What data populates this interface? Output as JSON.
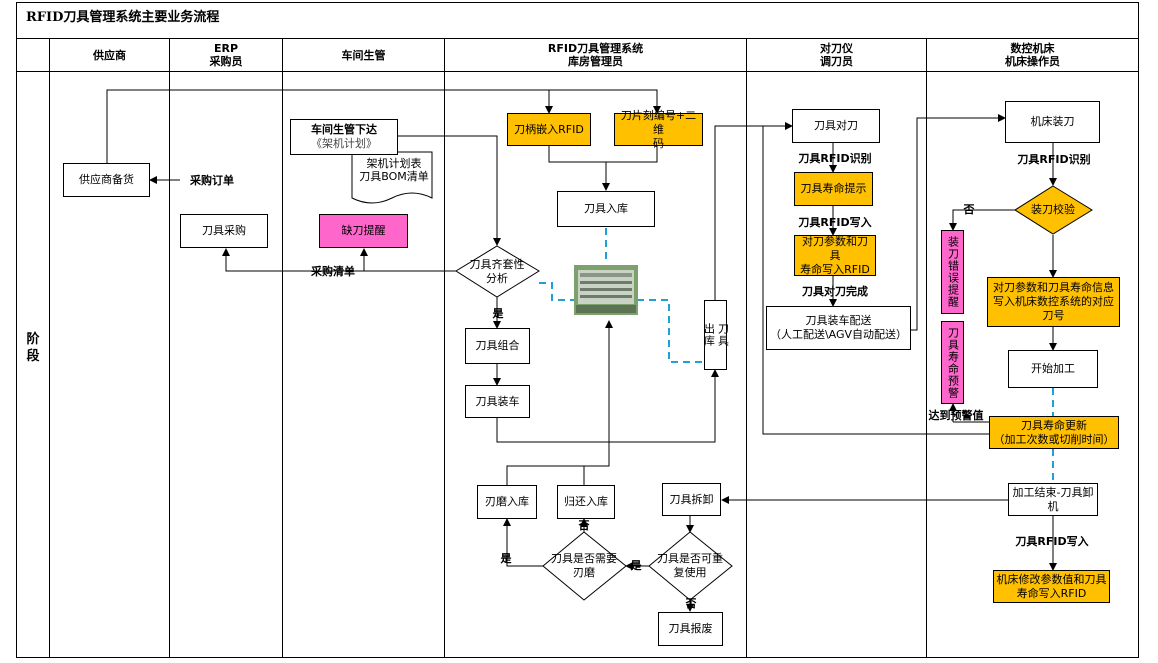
{
  "title": "RFID刀具管理系统主要业务流程",
  "stage_label": "阶\n段",
  "lanes": [
    {
      "id": "supplier",
      "label": "供应商"
    },
    {
      "id": "erp",
      "label": "ERP\n采购员"
    },
    {
      "id": "workshop",
      "label": "车间生管"
    },
    {
      "id": "warehouse",
      "label": "RFID刀具管理系统\n库房管理员"
    },
    {
      "id": "presetter",
      "label": "对刀仪\n调刀员"
    },
    {
      "id": "cnc",
      "label": "数控机床\n机床操作员"
    }
  ],
  "nodes": {
    "supplier_stock": "供应商备货",
    "tool_purchase": "刀具采购",
    "workshop_issue_title": "车间生管下达",
    "workshop_issue_sub": "《架机计划》",
    "doc_plan": "架机计划表\n刀具BOM清单",
    "shortage_alert": "缺刀提醒",
    "handle_rfid": "刀柄嵌入RFID",
    "blade_code": "刀片刻编号+二维\n码",
    "tool_inbound": "刀具入库",
    "kit_analysis": "刀具齐套性\n分析",
    "tool_assembly": "刀具组合",
    "tool_loading": "刀具装车",
    "tool_outbound": "刀具\n出库",
    "regrind_inbound": "刃磨入库",
    "return_inbound": "归还入库",
    "need_regrind": "刀具是否需要\n刃磨",
    "reusable": "刀具是否可重\n复使用",
    "tool_disassemble": "刀具拆卸",
    "tool_scrap": "刀具报废",
    "tool_preset": "刀具对刀",
    "life_prompt": "刀具寿命提示",
    "write_params": "对刀参数和刀具\n寿命写入RFID",
    "delivery": "刀具装车配送\n（人工配送\\AGV自动配送）",
    "machine_install": "机床装刀",
    "install_check": "装刀校验",
    "install_error": "装刀错误提醒",
    "write_cnc": "对刀参数和刀具寿命信息\n写入机床数控系统的对应\n刀号",
    "start_machining": "开始加工",
    "life_warning": "刀具寿命预警",
    "life_update": "刀具寿命更新\n（加工次数或切削时间）",
    "end_unload": "加工结束-刀具卸\n机",
    "machine_write": "机床修改参数值和刀具\n寿命写入RFID"
  },
  "labels": {
    "purchase_order": "采购订单",
    "purchase_list": "采购清单",
    "yes_kit": "是",
    "rfid_identify_1": "刀具RFID识别",
    "rfid_write_1": "刀具RFID写入",
    "preset_done": "刀具对刀完成",
    "rfid_identify_2": "刀具RFID识别",
    "no_check": "否",
    "reach_warning": "达到预警值",
    "rfid_write_2": "刀具RFID写入",
    "yes_regrind": "是",
    "no_regrind": "否",
    "yes_reuse": "是",
    "no_reuse": "否"
  }
}
